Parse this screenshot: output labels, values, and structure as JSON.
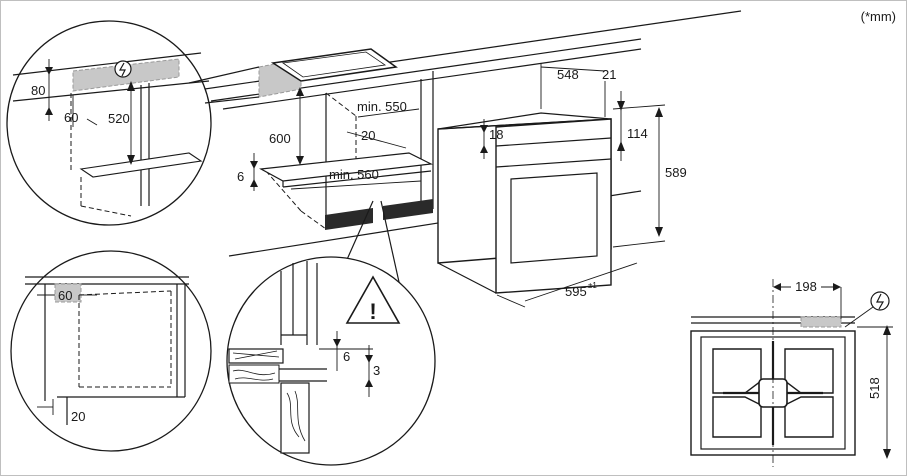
{
  "unit_label": "(*mm)",
  "main_view": {
    "dim_600": "600",
    "dim_min_550": "min. 550",
    "dim_20": "20",
    "dim_6": "6",
    "dim_min_560": "min. 560"
  },
  "oven": {
    "dim_548": "548",
    "dim_21": "21",
    "dim_18": "18",
    "dim_114": "114",
    "dim_589": "589",
    "dim_595": "595",
    "dim_595_tol": "±1"
  },
  "top_left_circle": {
    "dim_80": "80",
    "dim_60": "60",
    "dim_520": "520"
  },
  "bottom_left_circle": {
    "dim_60": "60",
    "dim_20": "20"
  },
  "detail_circle": {
    "dim_6": "6",
    "dim_3": "3",
    "warning_glyph": "!"
  },
  "hob_top_view": {
    "dim_198": "198",
    "dim_518": "518"
  },
  "icons": {
    "power": "power-symbol-icon",
    "warning": "warning-triangle-icon"
  }
}
